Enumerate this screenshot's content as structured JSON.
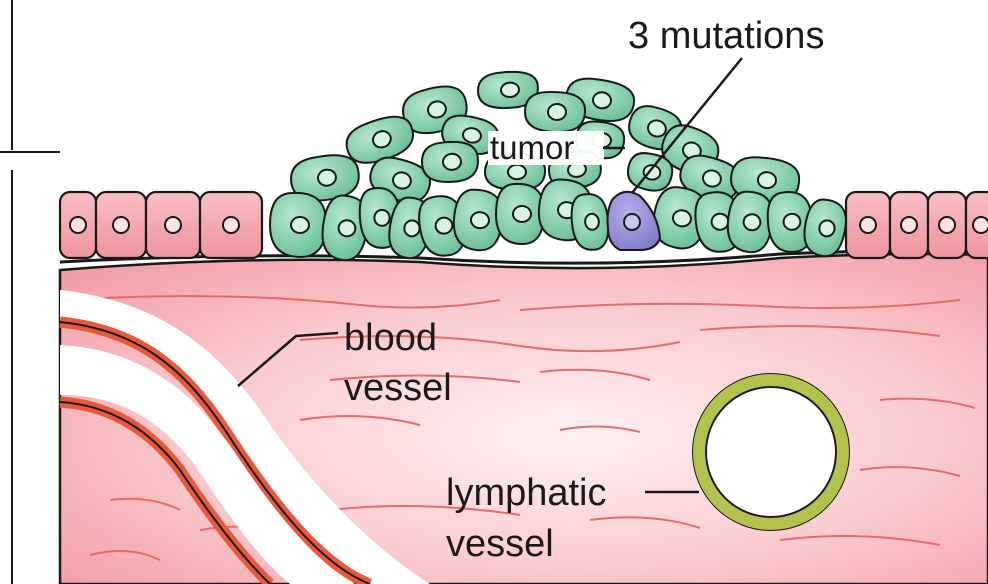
{
  "labels": {
    "mutations": "3 mutations",
    "tumor": "tumor",
    "blood_vessel_line1": "blood",
    "blood_vessel_line2": "vessel",
    "lymphatic_line1": "lymphatic",
    "lymphatic_line2": "vessel"
  },
  "colors": {
    "tissue_pink": "#f4a9ad",
    "tissue_light": "#fde9ea",
    "normal_cell": "#f2a3aa",
    "tumor_cell": "#6cc39a",
    "tumor_cell_light": "#9bdcbb",
    "mutant_cell": "#8d88d2",
    "blood_vessel_wall": "#e8583a",
    "lymphatic_wall": "#b3c24c",
    "fiber": "#e86a6a",
    "outline": "#1a1a1a"
  }
}
